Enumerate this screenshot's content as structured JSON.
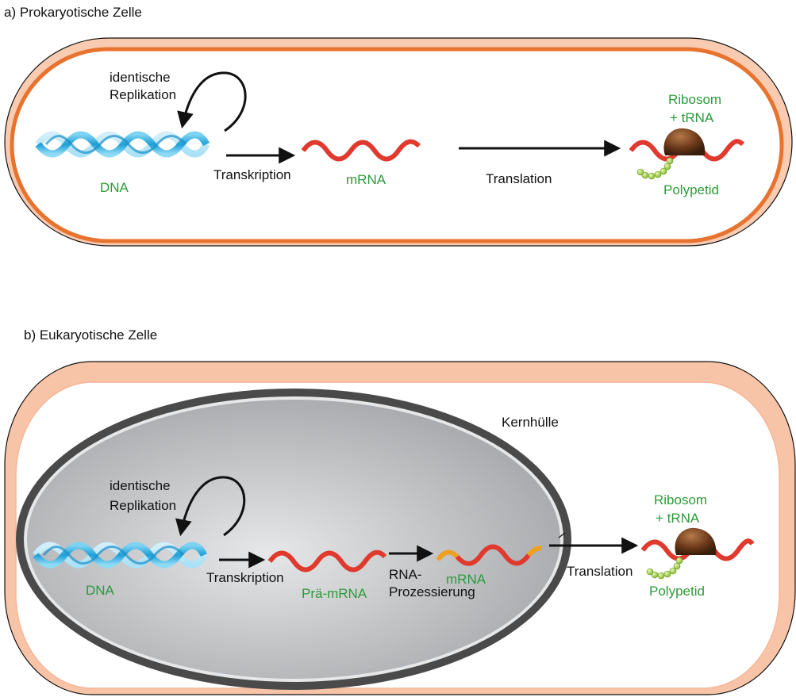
{
  "panel_a": {
    "heading": "a) Prokaryotische Zelle",
    "replication": [
      "identische",
      "Replikation"
    ],
    "dna": "DNA",
    "transcription": "Transkription",
    "mrna": "mRNA",
    "translation": "Translation",
    "ribosome": [
      "Ribosom",
      "+ tRNA"
    ],
    "polypeptide": "Polypetid"
  },
  "panel_b": {
    "heading": "b) Eukaryotische Zelle",
    "nuclear_envelope": "Kernhülle",
    "replication": [
      "identische",
      "Replikation"
    ],
    "dna": "DNA",
    "transcription": "Transkription",
    "pre_mrna": "Prä-mRNA",
    "processing": [
      "RNA-",
      "Prozessierung"
    ],
    "mrna": "mRNA",
    "translation": "Translation",
    "ribosome": [
      "Ribosom",
      "+ tRNA"
    ],
    "polypeptide": "Polypetid"
  },
  "colors": {
    "prokaryote_membrane": "#e8732f",
    "eukaryote_membrane": "#f6b597",
    "nucleus_envelope": "#4a4a4a",
    "nucleus_fill": "#c9cacb",
    "dna": "#29a8dc",
    "rna": "#e03a2f",
    "rna_cap": "#f0a020",
    "ribosome": "#7a4320",
    "polypeptide": "#9dcc3a",
    "label_green": "#2c9a3a"
  }
}
